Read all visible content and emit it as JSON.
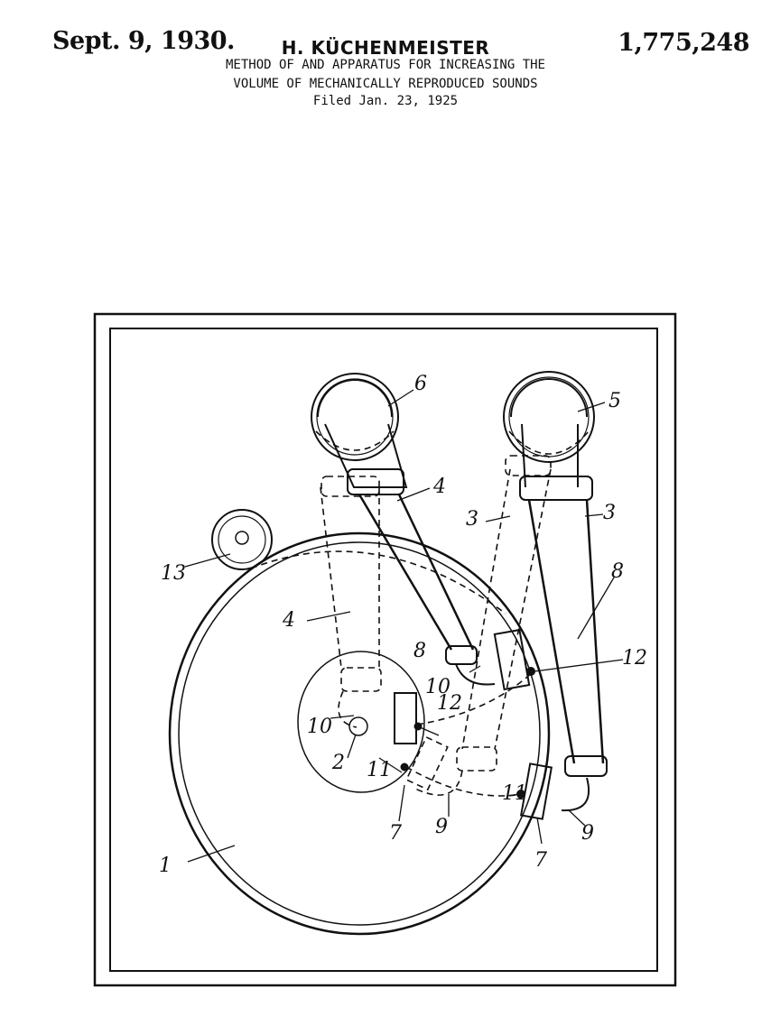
{
  "header": {
    "date": "Sept. 9, 1930.",
    "inventor": "H. KÜCHENMEISTER",
    "patent_number": "1,775,248",
    "title_line_1": "METHOD OF AND APPARATUS FOR INCREASING THE",
    "title_line_2": "VOLUME OF MECHANICALLY REPRODUCED SOUNDS",
    "filed": "Filed Jan. 23, 1925"
  },
  "refs": {
    "r1": "1",
    "r2": "2",
    "r3a": "3",
    "r3b": "3",
    "r4a": "4",
    "r4b": "4",
    "r5": "5",
    "r6": "6",
    "r7a": "7",
    "r7b": "7",
    "r8a": "8",
    "r8b": "8",
    "r9a": "9",
    "r9b": "9",
    "r10a": "10",
    "r10b": "10",
    "r11a": "11",
    "r11b": "11",
    "r12a": "12",
    "r12b": "12",
    "r13": "13"
  }
}
